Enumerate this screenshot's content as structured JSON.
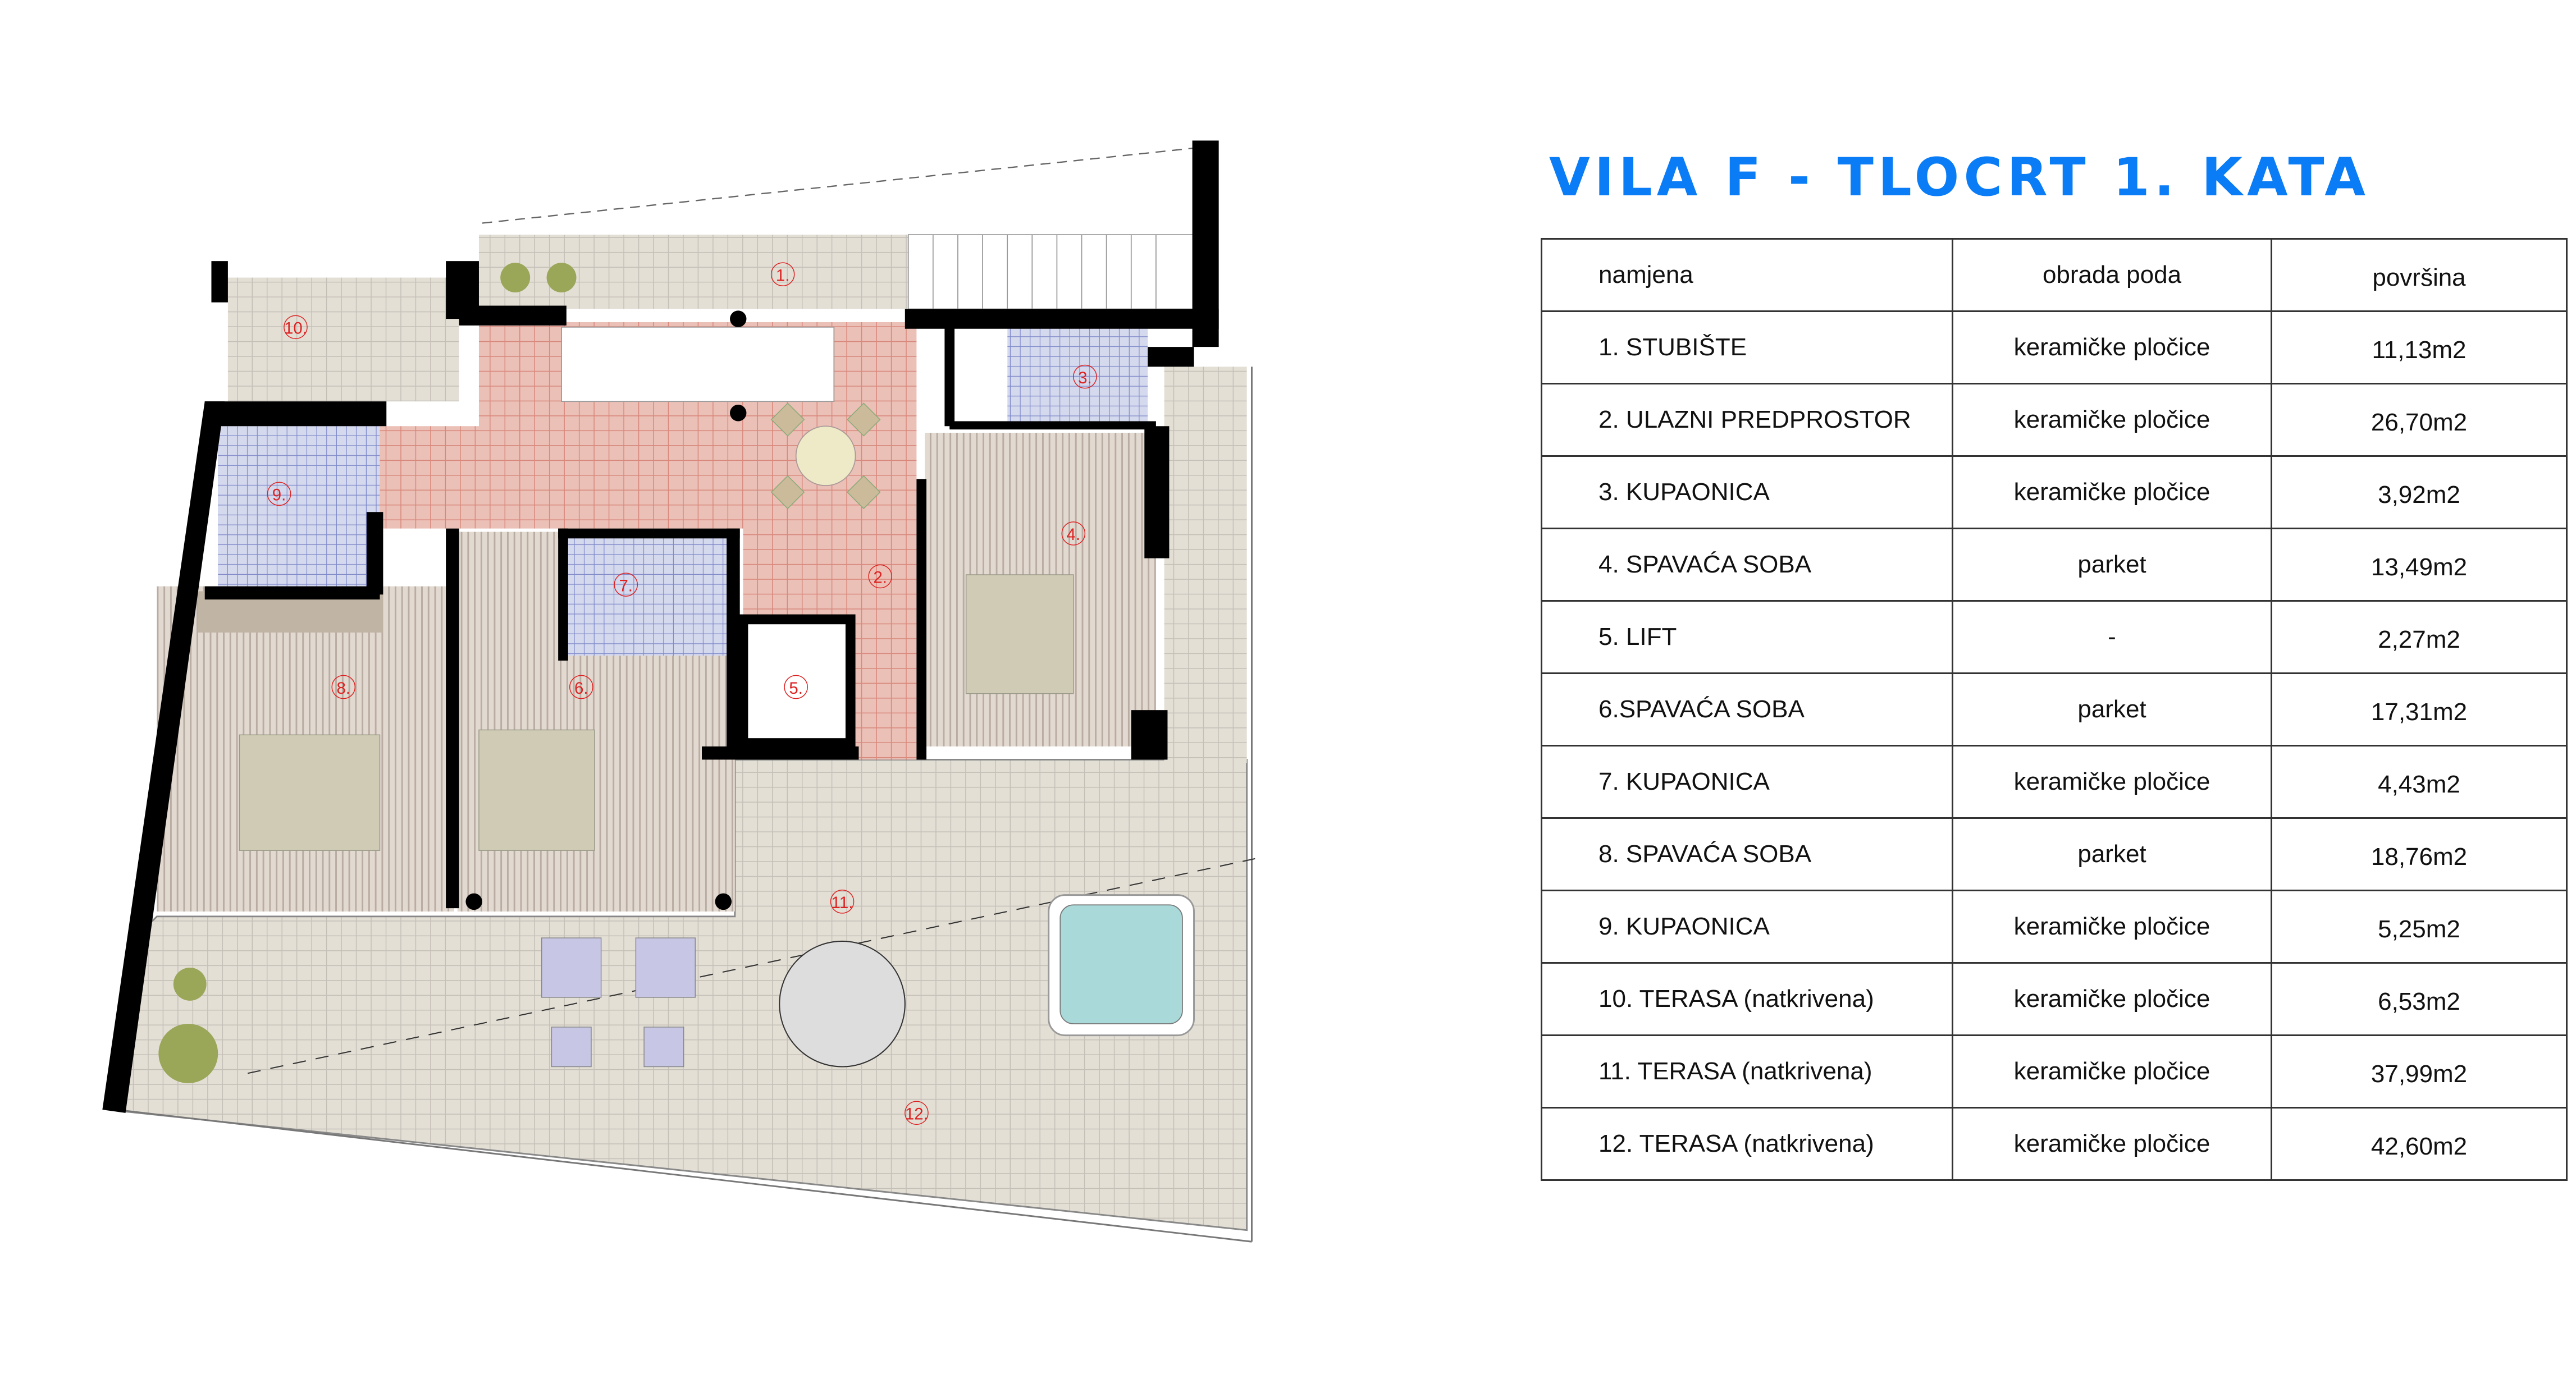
{
  "title": "VILA F - TLOCRT 1. KATA",
  "table": {
    "headers": [
      "namjena",
      "obrada poda",
      "površina"
    ],
    "rows": [
      [
        "1. STUBIŠTE",
        "keramičke pločice",
        "11,13m2"
      ],
      [
        "2. ULAZNI PREDPROSTOR",
        "keramičke pločice",
        "26,70m2"
      ],
      [
        "3. KUPAONICA",
        "keramičke pločice",
        "3,92m2"
      ],
      [
        "4. SPAVAĆA SOBA",
        "parket",
        "13,49m2"
      ],
      [
        "5. LIFT",
        "-",
        "2,27m2"
      ],
      [
        "6.SPAVAĆA SOBA",
        "parket",
        "17,31m2"
      ],
      [
        "7. KUPAONICA",
        "keramičke pločice",
        "4,43m2"
      ],
      [
        "8. SPAVAĆA SOBA",
        "parket",
        "18,76m2"
      ],
      [
        "9. KUPAONICA",
        "keramičke pločice",
        "5,25m2"
      ],
      [
        "10. TERASA (natkrivena)",
        "keramičke pločice",
        "6,53m2"
      ],
      [
        "11. TERASA (natkrivena)",
        "keramičke pločice",
        "37,99m2"
      ],
      [
        "12. TERASA (natkrivena)",
        "keramičke pločice",
        "42,60m2"
      ]
    ]
  },
  "plan": {
    "room_labels": [
      "1.",
      "2.",
      "3.",
      "4.",
      "5.",
      "6.",
      "7.",
      "8.",
      "9.",
      "10.",
      "11.",
      "12."
    ]
  },
  "colors": {
    "title": "#0a7cf5",
    "tile": "#e3dfd5",
    "hall": "#e9b5aa",
    "bath": "#b8bfe0",
    "parquet": "#d9d0c6",
    "pool": "#a9d9d8",
    "label": "#dd2222"
  }
}
